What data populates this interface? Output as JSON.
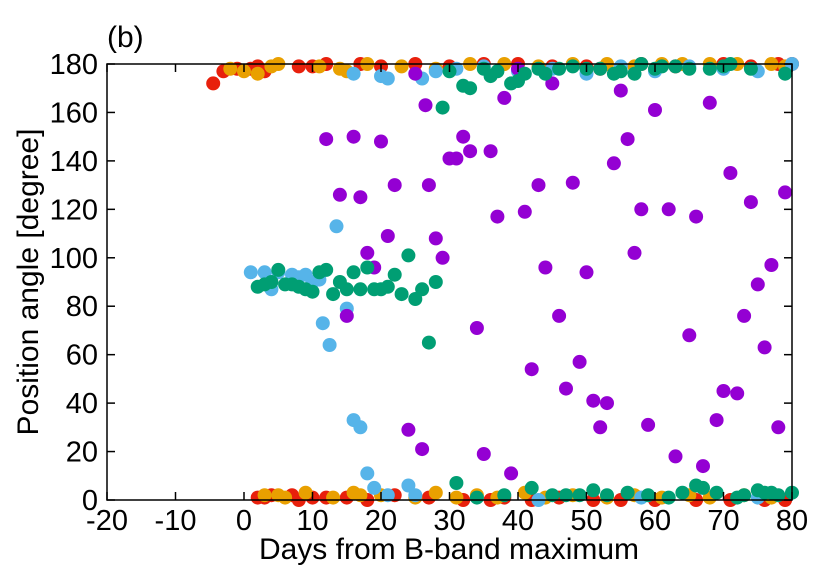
{
  "panel_label": "(b)",
  "chart_data": {
    "type": "scatter",
    "xlabel": "Days from B-band maximum",
    "ylabel": "Position angle [degree]",
    "xlim": [
      -20,
      80
    ],
    "ylim": [
      0,
      180
    ],
    "xticks": [
      -20,
      -10,
      0,
      10,
      20,
      30,
      40,
      50,
      60,
      70,
      80
    ],
    "yticks": [
      0,
      20,
      40,
      60,
      80,
      100,
      120,
      140,
      160,
      180
    ],
    "grid": false,
    "series": [
      {
        "color": "#e8200c",
        "points": [
          [
            -4.5,
            172
          ],
          [
            -3,
            177
          ],
          [
            -1,
            178
          ],
          [
            1,
            178
          ],
          [
            2,
            179
          ],
          [
            3,
            177
          ],
          [
            8,
            179
          ],
          [
            10,
            179
          ],
          [
            12,
            180
          ],
          [
            17,
            180
          ],
          [
            20,
            179
          ],
          [
            25,
            180
          ],
          [
            30,
            179
          ],
          [
            35,
            180
          ],
          [
            40,
            180
          ],
          [
            45,
            179
          ],
          [
            50,
            179
          ],
          [
            52,
            178
          ],
          [
            58,
            180
          ],
          [
            63,
            179
          ],
          [
            70,
            180
          ],
          [
            74,
            179
          ],
          [
            78,
            180
          ],
          [
            80,
            180
          ],
          [
            2,
            1
          ],
          [
            3,
            1
          ],
          [
            4,
            2
          ],
          [
            7,
            2
          ],
          [
            8,
            0
          ],
          [
            10,
            1
          ],
          [
            12,
            1
          ],
          [
            15,
            1
          ],
          [
            18,
            0
          ],
          [
            22,
            2
          ],
          [
            27,
            1
          ],
          [
            32,
            0
          ],
          [
            36,
            0
          ],
          [
            38,
            1
          ],
          [
            42,
            0
          ],
          [
            46,
            1
          ],
          [
            51,
            0
          ],
          [
            55,
            0
          ],
          [
            60,
            0
          ],
          [
            66,
            0
          ],
          [
            71,
            0
          ],
          [
            76,
            0
          ],
          [
            79,
            0
          ]
        ]
      },
      {
        "color": "#e9a000",
        "points": [
          [
            -2,
            178
          ],
          [
            0,
            177
          ],
          [
            2,
            176
          ],
          [
            4,
            179
          ],
          [
            5,
            180
          ],
          [
            11,
            179
          ],
          [
            14,
            178
          ],
          [
            15,
            177
          ],
          [
            18,
            180
          ],
          [
            23,
            179
          ],
          [
            28,
            178
          ],
          [
            33,
            180
          ],
          [
            38,
            180
          ],
          [
            43,
            179
          ],
          [
            48,
            180
          ],
          [
            53,
            180
          ],
          [
            57,
            179
          ],
          [
            61,
            180
          ],
          [
            64,
            180
          ],
          [
            68,
            180
          ],
          [
            72,
            180
          ],
          [
            77,
            180
          ],
          [
            79,
            179
          ],
          [
            3,
            2
          ],
          [
            5,
            2
          ],
          [
            6,
            1
          ],
          [
            9,
            3
          ],
          [
            13,
            1
          ],
          [
            16,
            3
          ],
          [
            17,
            2
          ],
          [
            20,
            2
          ],
          [
            25,
            1
          ],
          [
            28,
            3
          ],
          [
            31,
            1
          ],
          [
            34,
            2
          ],
          [
            37,
            1
          ],
          [
            41,
            3
          ],
          [
            44,
            1
          ],
          [
            48,
            2
          ],
          [
            53,
            1
          ],
          [
            57,
            2
          ],
          [
            61,
            1
          ],
          [
            65,
            2
          ],
          [
            68,
            1
          ],
          [
            73,
            2
          ],
          [
            77,
            1
          ]
        ]
      },
      {
        "color": "#56b4e9",
        "points": [
          [
            1,
            94
          ],
          [
            3,
            94
          ],
          [
            4,
            87
          ],
          [
            5,
            94
          ],
          [
            7,
            93
          ],
          [
            8,
            92
          ],
          [
            9,
            93
          ],
          [
            10,
            90
          ],
          [
            11,
            91
          ],
          [
            11.5,
            73
          ],
          [
            12.5,
            64
          ],
          [
            13.5,
            113
          ],
          [
            15,
            79
          ],
          [
            16,
            33
          ],
          [
            17,
            30
          ],
          [
            18,
            11
          ],
          [
            19,
            5
          ],
          [
            21,
            2
          ],
          [
            24,
            6
          ],
          [
            25,
            2
          ],
          [
            26,
            174
          ],
          [
            28,
            177
          ],
          [
            31,
            178
          ],
          [
            35,
            179
          ],
          [
            40,
            177
          ],
          [
            45,
            178
          ],
          [
            50,
            176
          ],
          [
            55,
            179
          ],
          [
            60,
            177
          ],
          [
            65,
            179
          ],
          [
            70,
            178
          ],
          [
            75,
            177
          ],
          [
            80,
            180
          ],
          [
            16,
            176
          ],
          [
            20,
            175
          ],
          [
            21,
            174
          ],
          [
            43,
            0
          ],
          [
            58,
            1
          ],
          [
            75,
            1
          ]
        ]
      },
      {
        "color": "#9400d3",
        "points": [
          [
            12,
            149
          ],
          [
            14,
            126
          ],
          [
            15,
            76
          ],
          [
            16,
            150
          ],
          [
            17,
            125
          ],
          [
            18,
            102
          ],
          [
            19,
            96
          ],
          [
            20,
            148
          ],
          [
            21,
            109
          ],
          [
            22,
            130
          ],
          [
            24,
            29
          ],
          [
            25,
            176
          ],
          [
            26,
            21
          ],
          [
            26.5,
            163
          ],
          [
            27,
            130
          ],
          [
            28,
            108
          ],
          [
            29,
            100
          ],
          [
            30,
            141
          ],
          [
            31,
            141
          ],
          [
            32,
            150
          ],
          [
            33,
            144
          ],
          [
            34,
            71
          ],
          [
            35,
            19
          ],
          [
            36,
            144
          ],
          [
            37,
            117
          ],
          [
            38,
            166
          ],
          [
            39,
            11
          ],
          [
            40,
            178
          ],
          [
            41,
            119
          ],
          [
            42,
            54
          ],
          [
            43,
            130
          ],
          [
            44,
            96
          ],
          [
            45,
            172
          ],
          [
            46,
            76
          ],
          [
            47,
            46
          ],
          [
            48,
            131
          ],
          [
            49,
            57
          ],
          [
            50,
            94
          ],
          [
            51,
            41
          ],
          [
            52,
            30
          ],
          [
            53,
            40
          ],
          [
            54,
            139
          ],
          [
            55,
            169
          ],
          [
            56,
            149
          ],
          [
            57,
            102
          ],
          [
            58,
            120
          ],
          [
            59,
            31
          ],
          [
            60,
            161
          ],
          [
            62,
            120
          ],
          [
            63,
            18
          ],
          [
            65,
            68
          ],
          [
            66,
            117
          ],
          [
            67,
            14
          ],
          [
            68,
            164
          ],
          [
            69,
            33
          ],
          [
            70,
            45
          ],
          [
            71,
            135
          ],
          [
            72,
            44
          ],
          [
            73,
            76
          ],
          [
            74,
            123
          ],
          [
            75,
            89
          ],
          [
            76,
            63
          ],
          [
            77,
            97
          ],
          [
            78,
            30
          ],
          [
            79,
            127
          ]
        ]
      },
      {
        "color": "#009e73",
        "points": [
          [
            2,
            88
          ],
          [
            3,
            89
          ],
          [
            4,
            90
          ],
          [
            5,
            95
          ],
          [
            6,
            89
          ],
          [
            7,
            89
          ],
          [
            8,
            88
          ],
          [
            9,
            87
          ],
          [
            10,
            86
          ],
          [
            11,
            94
          ],
          [
            12,
            95
          ],
          [
            13,
            85
          ],
          [
            14,
            90
          ],
          [
            15,
            87
          ],
          [
            16,
            94
          ],
          [
            17,
            87
          ],
          [
            18,
            96
          ],
          [
            19,
            87
          ],
          [
            20,
            87
          ],
          [
            21,
            88
          ],
          [
            22,
            93
          ],
          [
            23,
            85
          ],
          [
            24,
            101
          ],
          [
            25,
            83
          ],
          [
            26,
            87
          ],
          [
            27,
            65
          ],
          [
            28,
            90
          ],
          [
            29,
            162
          ],
          [
            30,
            177
          ],
          [
            31,
            7
          ],
          [
            32,
            171
          ],
          [
            33,
            170
          ],
          [
            34,
            1
          ],
          [
            35,
            178
          ],
          [
            36,
            175
          ],
          [
            37,
            177
          ],
          [
            38,
            2
          ],
          [
            39,
            172
          ],
          [
            40,
            173
          ],
          [
            41,
            176
          ],
          [
            42,
            5
          ],
          [
            43,
            178
          ],
          [
            44,
            176
          ],
          [
            45,
            2
          ],
          [
            46,
            178
          ],
          [
            47,
            2
          ],
          [
            48,
            179
          ],
          [
            49,
            2
          ],
          [
            50,
            178
          ],
          [
            51,
            4
          ],
          [
            52,
            178
          ],
          [
            53,
            2
          ],
          [
            54,
            176
          ],
          [
            55,
            177
          ],
          [
            56,
            3
          ],
          [
            57,
            176
          ],
          [
            58,
            180
          ],
          [
            59,
            2
          ],
          [
            60,
            178
          ],
          [
            61,
            179
          ],
          [
            62,
            1
          ],
          [
            63,
            179
          ],
          [
            64,
            3
          ],
          [
            65,
            178
          ],
          [
            66,
            6
          ],
          [
            67,
            5
          ],
          [
            68,
            178
          ],
          [
            69,
            3
          ],
          [
            70,
            179
          ],
          [
            71,
            180
          ],
          [
            72,
            1
          ],
          [
            73,
            2
          ],
          [
            74,
            178
          ],
          [
            75,
            4
          ],
          [
            76,
            3
          ],
          [
            77,
            3
          ],
          [
            78,
            2
          ],
          [
            79,
            176
          ],
          [
            80,
            3
          ]
        ]
      }
    ]
  }
}
